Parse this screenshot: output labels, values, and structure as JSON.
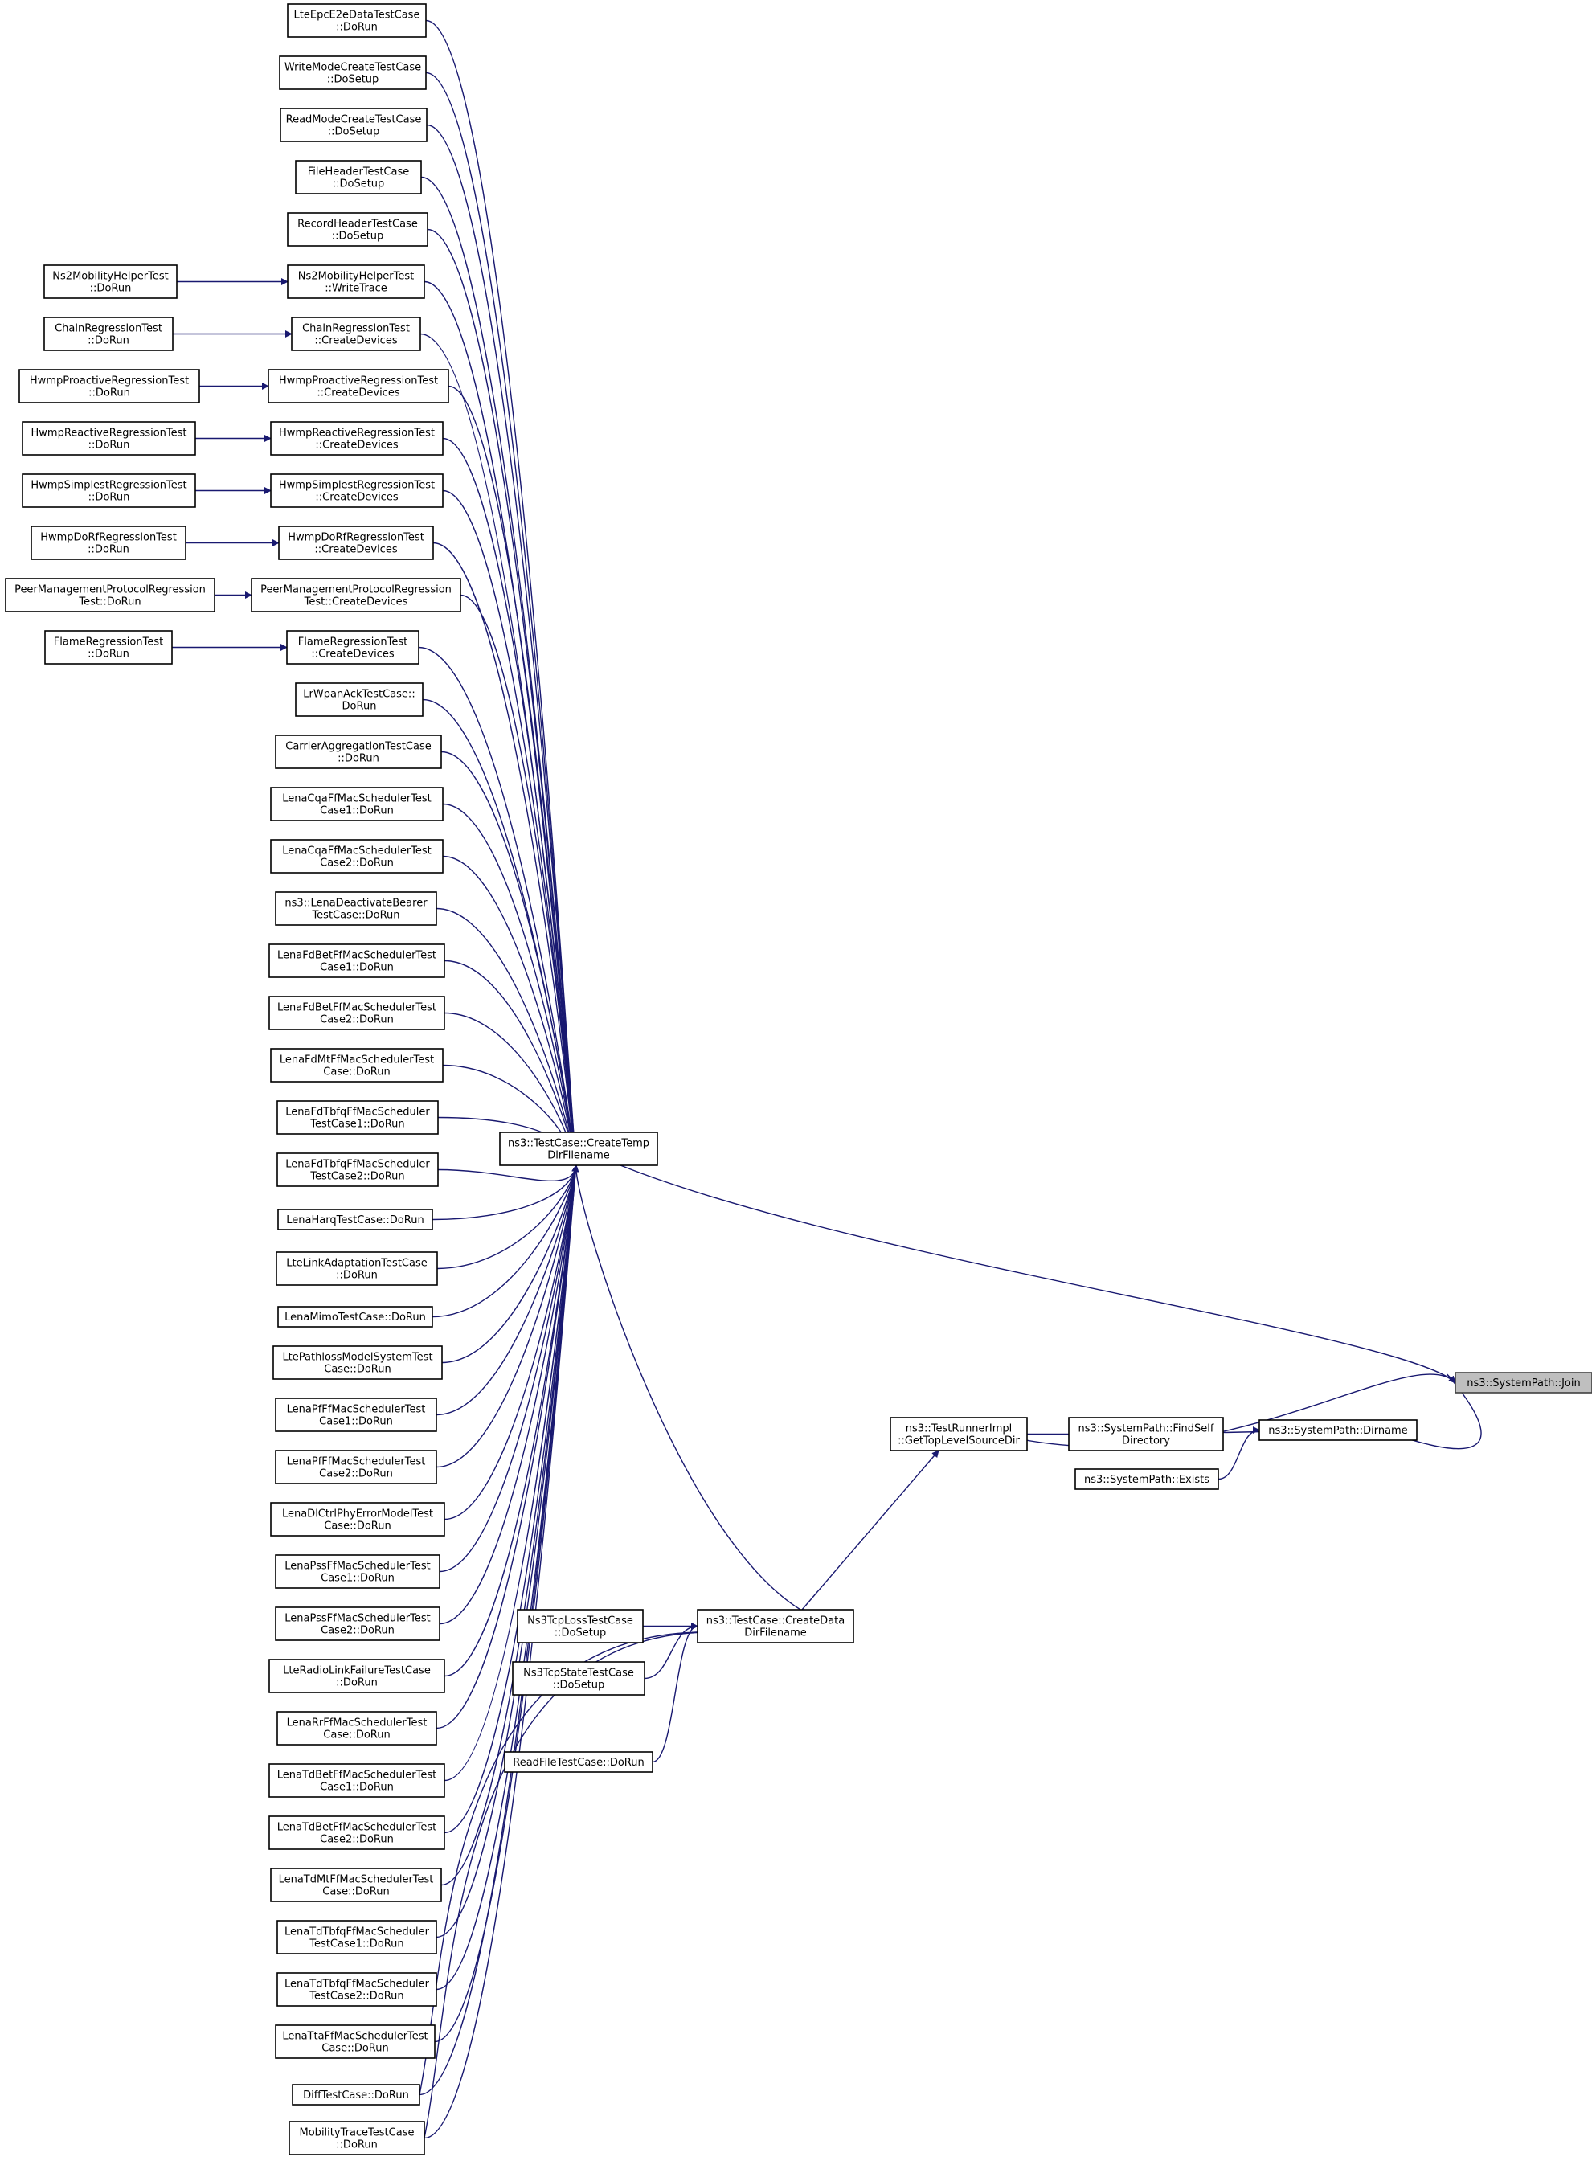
{
  "graph": {
    "edge_color": "#191970",
    "highlight_fill": "#bfbfbf",
    "nodes": [
      {
        "id": "n0",
        "lines": [
          "ns3::SystemPath::Join"
        ],
        "highlight": true
      },
      {
        "id": "n1",
        "lines": [
          "ns3::TestCase::CreateTemp",
          "DirFilename"
        ]
      },
      {
        "id": "n2",
        "lines": [
          "LteEpcE2eDataTestCase",
          "::DoRun"
        ]
      },
      {
        "id": "n3",
        "lines": [
          "WriteModeCreateTestCase",
          "::DoSetup"
        ]
      },
      {
        "id": "n4",
        "lines": [
          "ReadModeCreateTestCase",
          "::DoSetup"
        ]
      },
      {
        "id": "n5",
        "lines": [
          "FileHeaderTestCase",
          "::DoSetup"
        ]
      },
      {
        "id": "n6",
        "lines": [
          "RecordHeaderTestCase",
          "::DoSetup"
        ]
      },
      {
        "id": "n7",
        "lines": [
          "Ns2MobilityHelperTest",
          "::WriteTrace"
        ]
      },
      {
        "id": "n8",
        "lines": [
          "Ns2MobilityHelperTest",
          "::DoRun"
        ]
      },
      {
        "id": "n9",
        "lines": [
          "ChainRegressionTest",
          "::CreateDevices"
        ]
      },
      {
        "id": "n10",
        "lines": [
          "ChainRegressionTest",
          "::DoRun"
        ]
      },
      {
        "id": "n11",
        "lines": [
          "HwmpProactiveRegressionTest",
          "::CreateDevices"
        ]
      },
      {
        "id": "n12",
        "lines": [
          "HwmpProactiveRegressionTest",
          "::DoRun"
        ]
      },
      {
        "id": "n13",
        "lines": [
          "HwmpReactiveRegressionTest",
          "::CreateDevices"
        ]
      },
      {
        "id": "n14",
        "lines": [
          "HwmpReactiveRegressionTest",
          "::DoRun"
        ]
      },
      {
        "id": "n15",
        "lines": [
          "HwmpSimplestRegressionTest",
          "::CreateDevices"
        ]
      },
      {
        "id": "n16",
        "lines": [
          "HwmpSimplestRegressionTest",
          "::DoRun"
        ]
      },
      {
        "id": "n17",
        "lines": [
          "HwmpDoRfRegressionTest",
          "::CreateDevices"
        ]
      },
      {
        "id": "n18",
        "lines": [
          "HwmpDoRfRegressionTest",
          "::DoRun"
        ]
      },
      {
        "id": "n19",
        "lines": [
          "PeerManagementProtocolRegression",
          "Test::CreateDevices"
        ]
      },
      {
        "id": "n20",
        "lines": [
          "PeerManagementProtocolRegression",
          "Test::DoRun"
        ]
      },
      {
        "id": "n21",
        "lines": [
          "FlameRegressionTest",
          "::CreateDevices"
        ]
      },
      {
        "id": "n22",
        "lines": [
          "FlameRegressionTest",
          "::DoRun"
        ]
      },
      {
        "id": "n23",
        "lines": [
          "LrWpanAckTestCase::",
          "DoRun"
        ]
      },
      {
        "id": "n24",
        "lines": [
          "CarrierAggregationTestCase",
          "::DoRun"
        ]
      },
      {
        "id": "n25",
        "lines": [
          "LenaCqaFfMacSchedulerTest",
          "Case1::DoRun"
        ]
      },
      {
        "id": "n26",
        "lines": [
          "LenaCqaFfMacSchedulerTest",
          "Case2::DoRun"
        ]
      },
      {
        "id": "n27",
        "lines": [
          "ns3::LenaDeactivateBearer",
          "TestCase::DoRun"
        ]
      },
      {
        "id": "n28",
        "lines": [
          "LenaFdBetFfMacSchedulerTest",
          "Case1::DoRun"
        ]
      },
      {
        "id": "n29",
        "lines": [
          "LenaFdBetFfMacSchedulerTest",
          "Case2::DoRun"
        ]
      },
      {
        "id": "n30",
        "lines": [
          "LenaFdMtFfMacSchedulerTest",
          "Case::DoRun"
        ]
      },
      {
        "id": "n31",
        "lines": [
          "LenaFdTbfqFfMacScheduler",
          "TestCase1::DoRun"
        ]
      },
      {
        "id": "n32",
        "lines": [
          "LenaFdTbfqFfMacScheduler",
          "TestCase2::DoRun"
        ]
      },
      {
        "id": "n33",
        "lines": [
          "LenaHarqTestCase::DoRun"
        ]
      },
      {
        "id": "n34",
        "lines": [
          "LteLinkAdaptationTestCase",
          "::DoRun"
        ]
      },
      {
        "id": "n35",
        "lines": [
          "LenaMimoTestCase::DoRun"
        ]
      },
      {
        "id": "n36",
        "lines": [
          "LtePathlossModelSystemTest",
          "Case::DoRun"
        ]
      },
      {
        "id": "n37",
        "lines": [
          "LenaPfFfMacSchedulerTest",
          "Case1::DoRun"
        ]
      },
      {
        "id": "n38",
        "lines": [
          "LenaPfFfMacSchedulerTest",
          "Case2::DoRun"
        ]
      },
      {
        "id": "n39",
        "lines": [
          "LenaDlCtrlPhyErrorModelTest",
          "Case::DoRun"
        ]
      },
      {
        "id": "n40",
        "lines": [
          "LenaPssFfMacSchedulerTest",
          "Case1::DoRun"
        ]
      },
      {
        "id": "n41",
        "lines": [
          "LenaPssFfMacSchedulerTest",
          "Case2::DoRun"
        ]
      },
      {
        "id": "n42",
        "lines": [
          "LteRadioLinkFailureTestCase",
          "::DoRun"
        ]
      },
      {
        "id": "n43",
        "lines": [
          "LenaRrFfMacSchedulerTest",
          "Case::DoRun"
        ]
      },
      {
        "id": "n44",
        "lines": [
          "LenaTdBetFfMacSchedulerTest",
          "Case1::DoRun"
        ]
      },
      {
        "id": "n45",
        "lines": [
          "LenaTdBetFfMacSchedulerTest",
          "Case2::DoRun"
        ]
      },
      {
        "id": "n46",
        "lines": [
          "LenaTdMtFfMacSchedulerTest",
          "Case::DoRun"
        ]
      },
      {
        "id": "n47",
        "lines": [
          "LenaTdTbfqFfMacScheduler",
          "TestCase1::DoRun"
        ]
      },
      {
        "id": "n48",
        "lines": [
          "LenaTdTbfqFfMacScheduler",
          "TestCase2::DoRun"
        ]
      },
      {
        "id": "n49",
        "lines": [
          "LenaTtaFfMacSchedulerTest",
          "Case::DoRun"
        ]
      },
      {
        "id": "n50",
        "lines": [
          "DiffTestCase::DoRun"
        ]
      },
      {
        "id": "n51",
        "lines": [
          "MobilityTraceTestCase",
          "::DoRun"
        ]
      },
      {
        "id": "n52",
        "lines": [
          "ns3::TestCase::CreateData",
          "DirFilename"
        ]
      },
      {
        "id": "n53",
        "lines": [
          "Ns3TcpLossTestCase",
          "::DoSetup"
        ]
      },
      {
        "id": "n54",
        "lines": [
          "Ns3TcpStateTestCase",
          "::DoSetup"
        ]
      },
      {
        "id": "n55",
        "lines": [
          "ReadFileTestCase::DoRun"
        ]
      },
      {
        "id": "n56",
        "lines": [
          "ns3::TestRunnerImpl",
          "::GetTopLevelSourceDir"
        ]
      },
      {
        "id": "n57",
        "lines": [
          "ns3::SystemPath::FindSelf",
          "Directory"
        ]
      },
      {
        "id": "n58",
        "lines": [
          "ns3::SystemPath::Dirname"
        ]
      },
      {
        "id": "n59",
        "lines": [
          "ns3::SystemPath::Exists"
        ]
      }
    ],
    "edges": [
      [
        "n1",
        "n0"
      ],
      [
        "n56",
        "n0"
      ],
      [
        "n58",
        "n0"
      ],
      [
        "n2",
        "n1"
      ],
      [
        "n3",
        "n1"
      ],
      [
        "n4",
        "n1"
      ],
      [
        "n5",
        "n1"
      ],
      [
        "n6",
        "n1"
      ],
      [
        "n7",
        "n1"
      ],
      [
        "n9",
        "n1"
      ],
      [
        "n11",
        "n1"
      ],
      [
        "n13",
        "n1"
      ],
      [
        "n15",
        "n1"
      ],
      [
        "n17",
        "n1"
      ],
      [
        "n19",
        "n1"
      ],
      [
        "n21",
        "n1"
      ],
      [
        "n23",
        "n1"
      ],
      [
        "n24",
        "n1"
      ],
      [
        "n25",
        "n1"
      ],
      [
        "n26",
        "n1"
      ],
      [
        "n27",
        "n1"
      ],
      [
        "n28",
        "n1"
      ],
      [
        "n29",
        "n1"
      ],
      [
        "n30",
        "n1"
      ],
      [
        "n31",
        "n1"
      ],
      [
        "n32",
        "n1"
      ],
      [
        "n33",
        "n1"
      ],
      [
        "n34",
        "n1"
      ],
      [
        "n35",
        "n1"
      ],
      [
        "n36",
        "n1"
      ],
      [
        "n37",
        "n1"
      ],
      [
        "n38",
        "n1"
      ],
      [
        "n39",
        "n1"
      ],
      [
        "n40",
        "n1"
      ],
      [
        "n41",
        "n1"
      ],
      [
        "n42",
        "n1"
      ],
      [
        "n43",
        "n1"
      ],
      [
        "n44",
        "n1"
      ],
      [
        "n45",
        "n1"
      ],
      [
        "n46",
        "n1"
      ],
      [
        "n47",
        "n1"
      ],
      [
        "n48",
        "n1"
      ],
      [
        "n49",
        "n1"
      ],
      [
        "n50",
        "n1"
      ],
      [
        "n51",
        "n1"
      ],
      [
        "n52",
        "n1"
      ],
      [
        "n8",
        "n7"
      ],
      [
        "n10",
        "n9"
      ],
      [
        "n12",
        "n11"
      ],
      [
        "n14",
        "n13"
      ],
      [
        "n16",
        "n15"
      ],
      [
        "n18",
        "n17"
      ],
      [
        "n20",
        "n19"
      ],
      [
        "n22",
        "n21"
      ],
      [
        "n53",
        "n52"
      ],
      [
        "n54",
        "n52"
      ],
      [
        "n55",
        "n52"
      ],
      [
        "n50",
        "n52"
      ],
      [
        "n51",
        "n52"
      ],
      [
        "n52",
        "n56"
      ],
      [
        "n57",
        "n56"
      ],
      [
        "n58",
        "n57"
      ],
      [
        "n59",
        "n58"
      ]
    ]
  }
}
